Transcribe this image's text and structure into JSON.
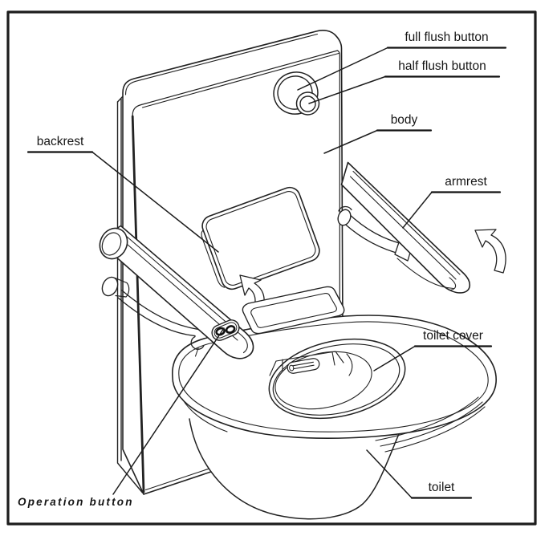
{
  "figure": {
    "description": "Technical line diagram of a wall-mounted smart toilet with fold-up armrests and backrest",
    "colors": {
      "line": "#222222",
      "frame": "#1d1d1d",
      "background": "#ffffff",
      "text": "#161616"
    }
  },
  "labels": {
    "full_flush_button": "full flush button",
    "half_flush_button": "half flush button",
    "body": "body",
    "backrest": "backrest",
    "armrest": "armrest",
    "toilet_cover": "toilet cover",
    "toilet": "toilet",
    "operation_button": "Operation button"
  }
}
